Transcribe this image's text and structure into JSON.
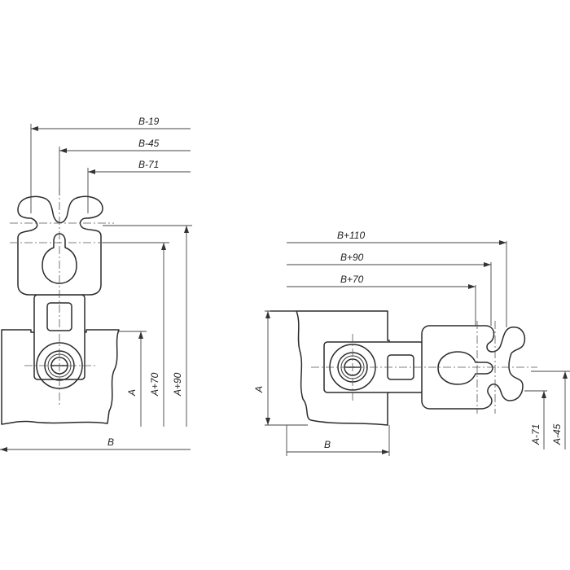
{
  "left_view": {
    "dim_top": [
      "B-19",
      "B-45",
      "B-71"
    ],
    "dim_right": [
      "A",
      "A+70",
      "A+90"
    ],
    "dim_bottom": "B"
  },
  "right_view": {
    "dim_top": [
      "B+110",
      "B+90",
      "B+70"
    ],
    "dim_left": "A",
    "dim_right": [
      "A-71",
      "A-45"
    ],
    "dim_bottom": "B"
  }
}
